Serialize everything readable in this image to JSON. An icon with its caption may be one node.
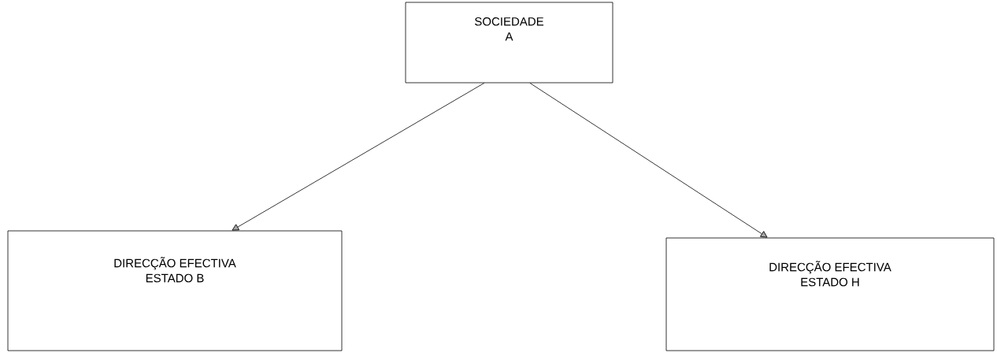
{
  "diagram": {
    "nodes": [
      {
        "text": [
          "SOCIEDADE",
          "A"
        ]
      },
      {
        "text": [
          "DIRECÇÃO EFECTIVA",
          "ESTADO B"
        ]
      },
      {
        "text": [
          "DIRECÇÃO EFECTIVA",
          "ESTADO H"
        ]
      }
    ],
    "edges": [
      {
        "from": 0,
        "to": 1,
        "arrow": "to"
      },
      {
        "from": 0,
        "to": 2,
        "arrow": "to"
      }
    ]
  }
}
